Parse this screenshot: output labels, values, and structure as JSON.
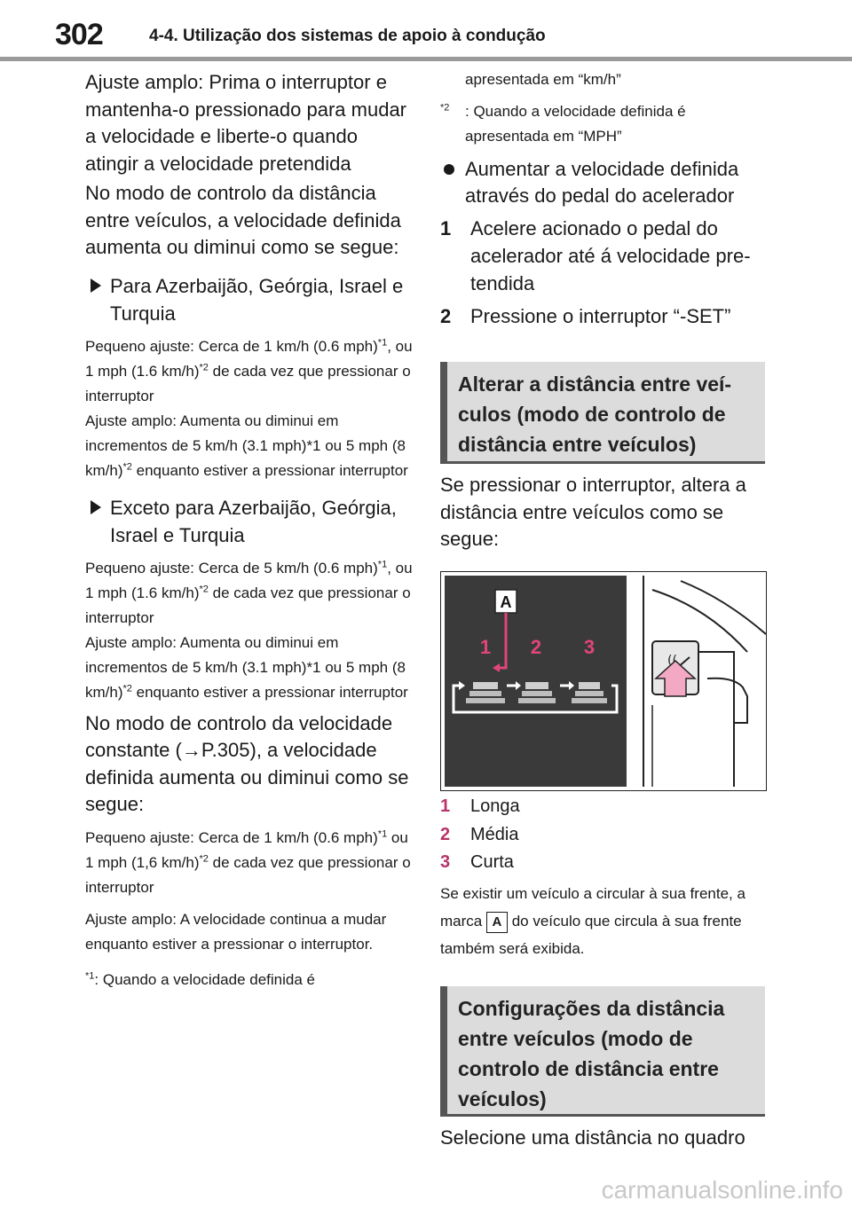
{
  "header": {
    "page_number": "302",
    "chapter": "4-4. Utilização dos sistemas de apoio à condução"
  },
  "left": {
    "p1": "Ajuste amplo: Prima o interruptor e mantenha-o pressionado para mudar a velocidade e liberte-o quando atingir a velocidade preten­dida",
    "p2": "No modo de controlo da distância entre veículos, a velocidade defi­nida aumenta ou diminui como se segue:",
    "sub1": "Para Azerbaijão, Geórgia, Israel e Turquia",
    "s1_a1": "Pequeno ajuste: Cerca de 1 km/h (0.6 mph)",
    "s1_a2": ", ou 1 mph (1.6 km/h)",
    "s1_a3": " de cada vez que pressionar o interruptor",
    "s1_b1": "Ajuste amplo: Aumenta ou diminui em incrementos de 5 km/h (3.1 mph)*1 ou 5 mph (8 km/h)",
    "s1_b2": " enquanto estiver a pressionar interruptor",
    "sub2": "Exceto para Azerbaijão, Geór­gia, Israel e Turquia",
    "s2_a1": "Pequeno ajuste: Cerca de 5 km/h (0.6 mph)",
    "s2_a2": ", ou 1 mph (1.6 km/h)",
    "s2_a3": " de cada vez que pressionar o interruptor",
    "s2_b1": "Ajuste amplo: Aumenta ou diminui em incrementos de 5 km/h (3.1 mph)*1 ou 5 mph (8 km/h)",
    "s2_b2": " enquanto estiver a pressionar interruptor",
    "p3": "No modo de controlo da velocidade constante (→P.305), a velocidade definida aumenta ou diminui como se segue:",
    "s3_a1": "Pequeno ajuste: Cerca de 1 km/h (0.6 mph)",
    "s3_a2": " ou 1 mph (1,6 km/h)",
    "s3_a3": " de cada vez que pressionar o interruptor",
    "s3_b": "Ajuste amplo: A velocidade continua a mudar enquanto estiver a pressionar o interruptor.",
    "fn1_text": ": Quando a velocidade definida é"
  },
  "sup": {
    "one": "*1",
    "two": "*2"
  },
  "right": {
    "fn1_cont": "apresentada em “km/h”",
    "fn2_text": ": Quando a velocidade definida é apresentada em “MPH”",
    "bullet1": "Aumentar a velocidade definida através do pedal do acelerador",
    "step1": "Acelere acionado o pedal do acelerador até á velocidade pre­tendida",
    "step2": "Pressione o interruptor “-SET”",
    "step1_num": "1",
    "step2_num": "2",
    "section1": "Alterar a distância entre veí­culos (modo de controlo de distância entre veículos)",
    "p_switch": "Se pressionar o interruptor, altera a distância entre veículos como se segue:",
    "legend": [
      {
        "num": "1",
        "label": "Longa"
      },
      {
        "num": "2",
        "label": "Média"
      },
      {
        "num": "3",
        "label": "Curta"
      }
    ],
    "note_a1": "Se existir um veículo a circular à sua frente, a marca",
    "note_a2": "do veículo que cir­cula à sua frente também será exibida.",
    "mark_label": "A",
    "section2": "Configurações da distância entre veículos (modo de controlo de distância entre veículos)",
    "p_last": "Selecione uma distância no quadro"
  },
  "figure": {
    "label_a": "A",
    "nums": [
      "1",
      "2",
      "3"
    ],
    "accent": "#e0457b",
    "panel_color": "#3a3a3a"
  },
  "watermark": "carmanualsonline.info"
}
